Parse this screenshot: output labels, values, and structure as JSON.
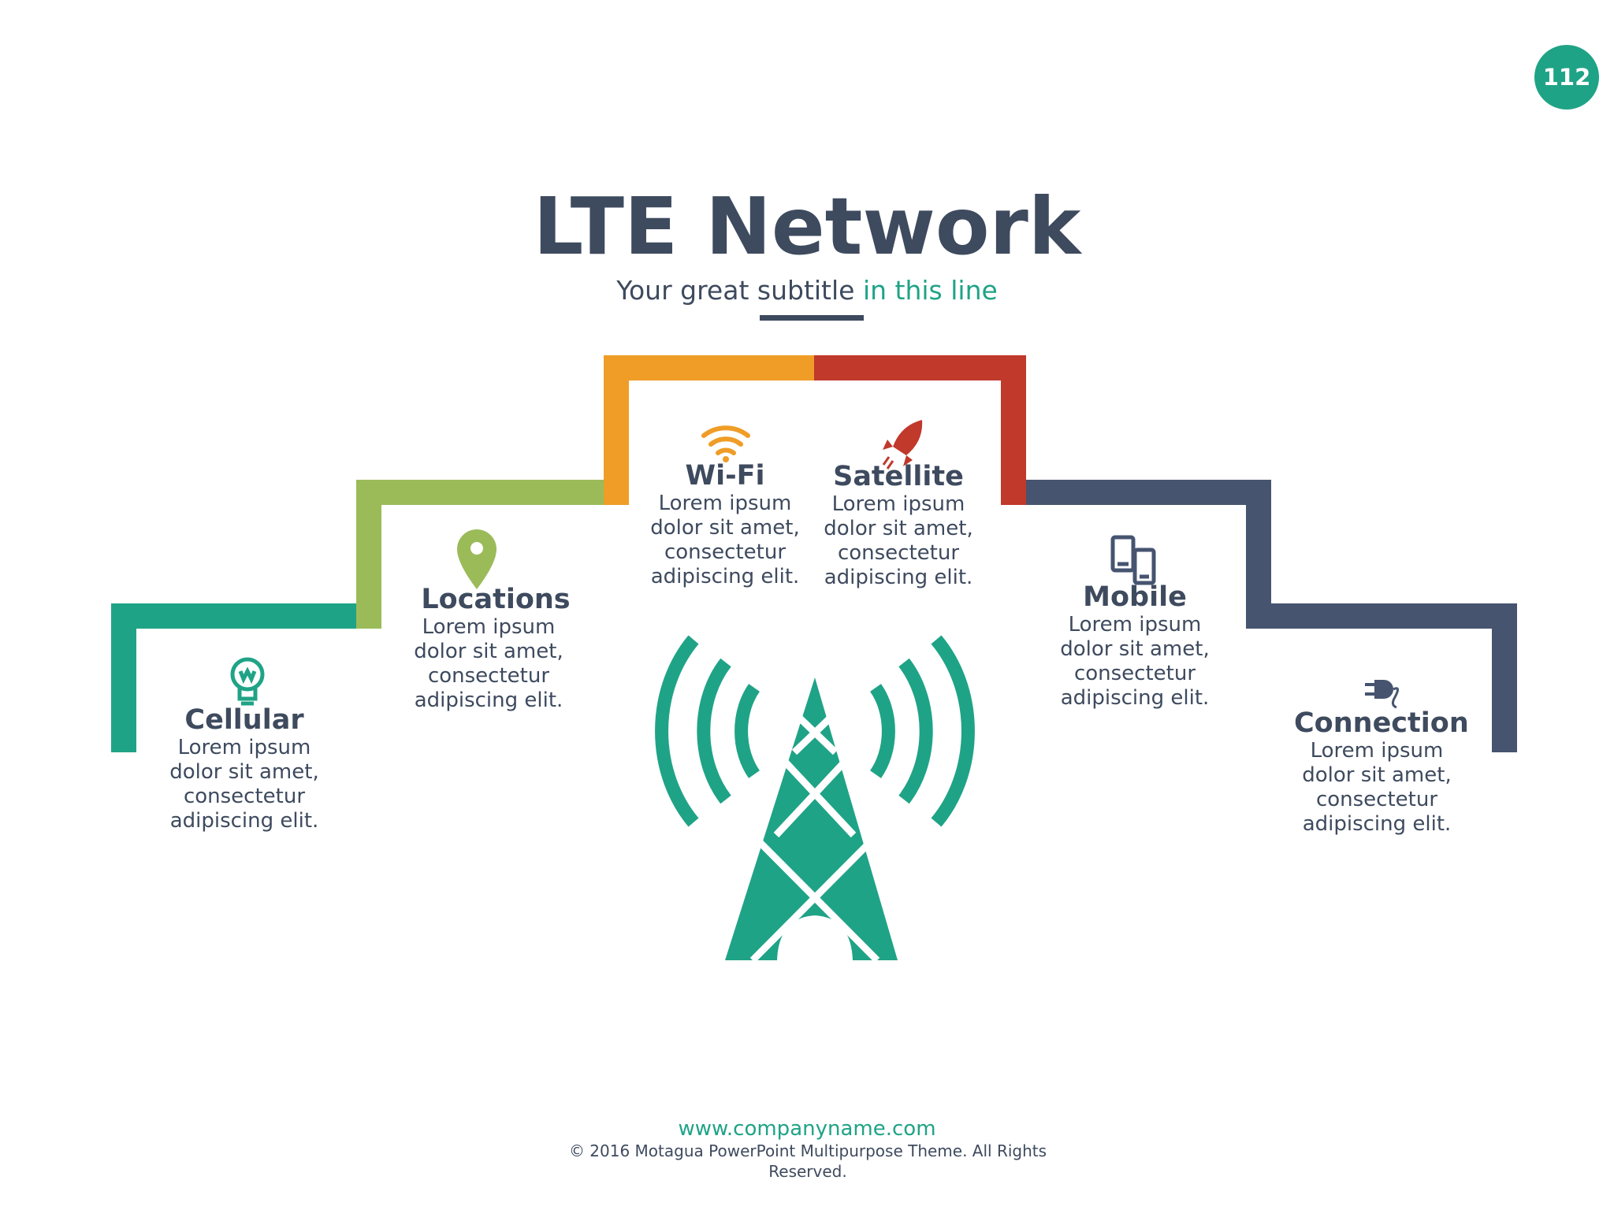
{
  "page_number": "112",
  "title": "LTE Network",
  "subtitle": {
    "main": "Your great subtitle ",
    "accent": "in this line"
  },
  "colors": {
    "green": "#1fa386",
    "lime": "#9bbb59",
    "orange": "#ef9d27",
    "red": "#c0392b",
    "navy": "#465470",
    "text": "#3e4a5e"
  },
  "items": [
    {
      "id": "cellular",
      "title": "Cellular",
      "body": "Lorem ipsum dolor sit amet, consectetur adipiscing elit.",
      "icon": "lightbulb-icon",
      "color": "#1fa386"
    },
    {
      "id": "locations",
      "title": "Locations",
      "body": "Lorem ipsum dolor sit amet, consectetur adipiscing elit.",
      "icon": "map-pin-icon",
      "color": "#9bbb59"
    },
    {
      "id": "wifi",
      "title": "Wi-Fi",
      "body": "Lorem ipsum dolor sit amet, consectetur adipiscing elit.",
      "icon": "wifi-icon",
      "color": "#ef9d27"
    },
    {
      "id": "satellite",
      "title": "Satellite",
      "body": "Lorem ipsum dolor sit amet, consectetur adipiscing elit.",
      "icon": "rocket-icon",
      "color": "#c0392b"
    },
    {
      "id": "mobile",
      "title": "Mobile",
      "body": "Lorem ipsum dolor sit amet, consectetur adipiscing elit.",
      "icon": "mobile-devices-icon",
      "color": "#465470"
    },
    {
      "id": "connection",
      "title": "Connection",
      "body": "Lorem ipsum dolor sit amet, consectetur adipiscing elit.",
      "icon": "plug-icon",
      "color": "#465470"
    }
  ],
  "footer": {
    "url": "www.companyname.com",
    "copyright": "© 2016 Motagua PowerPoint Multipurpose Theme. All Rights Reserved."
  }
}
